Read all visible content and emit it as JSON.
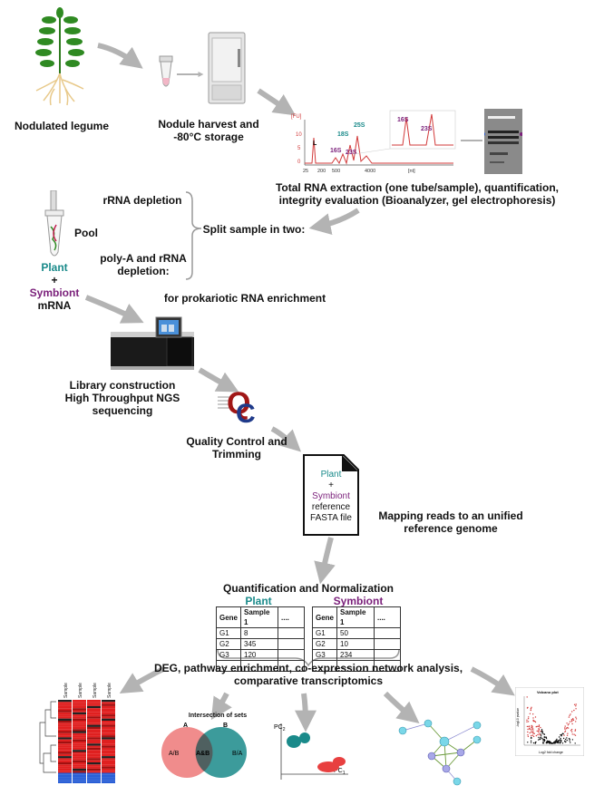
{
  "steps": {
    "legume": "Nodulated legume",
    "harvest": "Nodule harvest and\n-80°C storage",
    "extraction": "Total RNA extraction (one tube/sample), quantification,\nintegrity evaluation (Bioanalyzer, gel electrophoresis)",
    "split": "Split sample in two:",
    "rrna_depletion": "rRNA depletion",
    "polya_depletion": "poly-A and rRNA\ndepletion:",
    "prok_enrich": "for prokariotic RNA enrichment",
    "pool": "Pool",
    "library": "Library construction\nHigh Throughput NGS sequencing",
    "qc": "Quality Control and\nTrimming",
    "mapping": "Mapping reads to an unified\nreference genome",
    "quant": "Quantification and Normalization",
    "deg": "DEG, pathway enrichment, co-expression network analysis,\ncomparative transcriptomics"
  },
  "mrna_label": {
    "plant": "Plant",
    "plus": "+",
    "symbiont": "Symbiont",
    "mrna": "mRNA"
  },
  "bioanalyzer": {
    "fu": "[FU]",
    "y_ticks": [
      "10",
      "5",
      "0"
    ],
    "x_ticks": [
      "25",
      "200",
      "500",
      "4000"
    ],
    "nt": "[nt]",
    "peaks": [
      "L",
      "16S",
      "18S",
      "23S",
      "25S"
    ],
    "zoom_peaks": [
      "16S",
      "23S"
    ]
  },
  "fasta": {
    "plant": "Plant",
    "plus": "+",
    "symbiont": "Symbiont",
    "line1": "reference",
    "line2": "FASTA file"
  },
  "tables": {
    "plant_title": "Plant",
    "symbiont_title": "Symbiont",
    "headers": [
      "Gene",
      "Sample 1",
      "...."
    ],
    "plant_rows": [
      [
        "G1",
        "8",
        ""
      ],
      [
        "G2",
        "345",
        ""
      ],
      [
        "G3",
        "120",
        ""
      ],
      [
        "....",
        ".....",
        ""
      ]
    ],
    "symbiont_rows": [
      [
        "G1",
        "50",
        ""
      ],
      [
        "G2",
        "10",
        ""
      ],
      [
        "G3",
        "234",
        ""
      ],
      [
        "....",
        ".....",
        ""
      ]
    ]
  },
  "heatmap": {
    "columns": [
      "Sample 1",
      "Sample 2",
      "Sample 3",
      "Sample 4"
    ]
  },
  "venn": {
    "title": "Intersection of sets",
    "set_a": "A",
    "set_b": "B",
    "left": "A/B",
    "middle": "A&B",
    "right": "B/A"
  },
  "pca": {
    "y": "PC",
    "y_sub": "2",
    "x": "PC",
    "x_sub": "1"
  },
  "volcano": {
    "title": "Volcano plot",
    "xlabel": "Log2 fold change",
    "ylabel": "-log10 pvalue"
  },
  "colors": {
    "arrow": "#b3b3b3",
    "teal": "#1a8a8a",
    "purple": "#7a1f7a",
    "heat_red": "#e02020",
    "heat_blue": "#2a5fd6"
  }
}
